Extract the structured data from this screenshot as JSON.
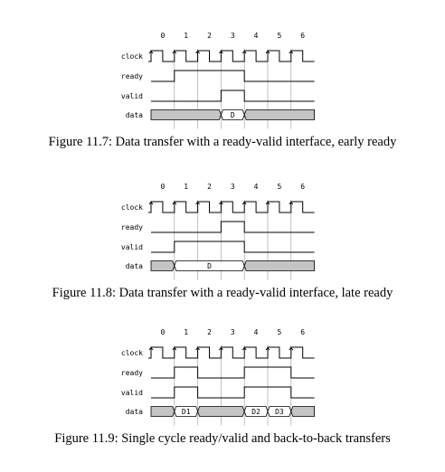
{
  "cycle_labels": [
    "0",
    "1",
    "2",
    "3",
    "4",
    "5",
    "6"
  ],
  "figures": [
    {
      "caption": "Figure 11.7: Data transfer with a ready-valid interface, early ready",
      "signals": [
        {
          "name": "clock",
          "kind": "clock"
        },
        {
          "name": "ready",
          "kind": "level",
          "high": [
            [
              1,
              4
            ]
          ]
        },
        {
          "name": "valid",
          "kind": "level",
          "high": [
            [
              3,
              4
            ]
          ]
        },
        {
          "name": "data",
          "kind": "bus",
          "segments": [
            {
              "from": 0,
              "to": 3,
              "gray": true,
              "text": ""
            },
            {
              "from": 3,
              "to": 4,
              "gray": false,
              "text": "D"
            },
            {
              "from": 4,
              "to": 7,
              "gray": true,
              "text": ""
            }
          ]
        }
      ]
    },
    {
      "caption": "Figure 11.8: Data transfer with a ready-valid interface, late ready",
      "signals": [
        {
          "name": "clock",
          "kind": "clock"
        },
        {
          "name": "ready",
          "kind": "level",
          "high": [
            [
              3,
              4
            ]
          ]
        },
        {
          "name": "valid",
          "kind": "level",
          "high": [
            [
              1,
              4
            ]
          ]
        },
        {
          "name": "data",
          "kind": "bus",
          "segments": [
            {
              "from": 0,
              "to": 1,
              "gray": true,
              "text": ""
            },
            {
              "from": 1,
              "to": 4,
              "gray": false,
              "text": "D"
            },
            {
              "from": 4,
              "to": 7,
              "gray": true,
              "text": ""
            }
          ]
        }
      ]
    },
    {
      "caption": "Figure 11.9: Single cycle ready/valid and back-to-back transfers",
      "signals": [
        {
          "name": "clock",
          "kind": "clock"
        },
        {
          "name": "ready",
          "kind": "level",
          "high": [
            [
              1,
              2
            ],
            [
              4,
              6
            ]
          ]
        },
        {
          "name": "valid",
          "kind": "level",
          "high": [
            [
              1,
              2
            ],
            [
              4,
              6
            ]
          ]
        },
        {
          "name": "data",
          "kind": "bus",
          "segments": [
            {
              "from": 0,
              "to": 1,
              "gray": true,
              "text": ""
            },
            {
              "from": 1,
              "to": 2,
              "gray": false,
              "text": "D1"
            },
            {
              "from": 2,
              "to": 4,
              "gray": true,
              "text": ""
            },
            {
              "from": 4,
              "to": 5,
              "gray": false,
              "text": "D2"
            },
            {
              "from": 5,
              "to": 6,
              "gray": false,
              "text": "D3"
            },
            {
              "from": 6,
              "to": 7,
              "gray": true,
              "text": ""
            }
          ]
        }
      ]
    }
  ],
  "colors": {
    "invalid_fill": "#c4c4c4",
    "grid": "#9a9a9a",
    "ink": "#000000"
  }
}
